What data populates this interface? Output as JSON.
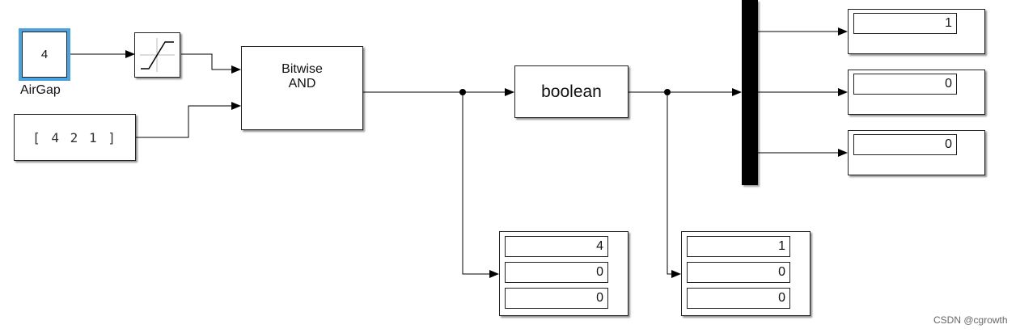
{
  "constant_block": {
    "value": "4",
    "name": "AirGap"
  },
  "vector_constant": {
    "text": "[ 4  2  1 ]"
  },
  "bitwise_block": {
    "line1": "Bitwise",
    "line2": "AND"
  },
  "convert_block": {
    "label": "boolean"
  },
  "display_right": {
    "values": [
      "1",
      "0",
      "0"
    ]
  },
  "display_bottom_left": {
    "values": [
      "4",
      "0",
      "0"
    ]
  },
  "display_bottom_right": {
    "values": [
      "1",
      "0",
      "0"
    ]
  },
  "watermark": "CSDN @cgrowth",
  "colors": {
    "selection": "#4aa3df",
    "wire": "#000000"
  }
}
